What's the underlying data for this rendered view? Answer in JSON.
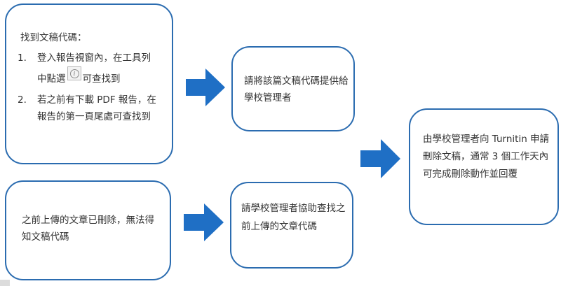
{
  "box1": {
    "heading": "找到文稿代碼：",
    "steps": [
      {
        "number": "1.",
        "text_before_icon": "登入報告視窗內，在工具列中點選",
        "icon": "info-icon",
        "text_after_icon": "可查找到"
      },
      {
        "number": "2.",
        "text": "若之前有下載 PDF 報告，在報告的第一頁尾處可查找到"
      }
    ]
  },
  "box2": {
    "text": "之前上傳的文章已刪除，無法得知文稿代碼"
  },
  "box3": {
    "text": "請將該篇文稿代碼提供給學校管理者"
  },
  "box4": {
    "text": "請學校管理者協助查找之前上傳的文章代碼"
  },
  "box5": {
    "text": "由學校管理者向 Turnitin 申請刪除文稿，通常 3 個工作天內可完成刪除動作並回覆"
  },
  "colors": {
    "box_border": "#2b6cb0",
    "arrow": "#1f6fc5",
    "text": "#333333"
  },
  "arrows": [
    "arrow-right-icon",
    "arrow-right-icon",
    "arrow-right-icon"
  ]
}
